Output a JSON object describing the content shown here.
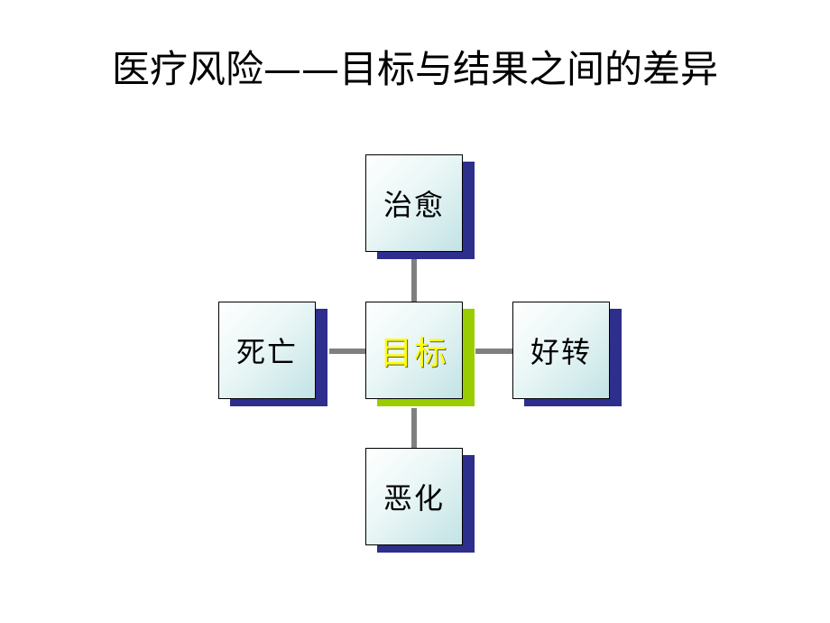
{
  "title": "医疗风险——目标与结果之间的差异",
  "nodes": {
    "center": "目标",
    "top": "治愈",
    "bottom": "恶化",
    "left": "死亡",
    "right": "好转"
  },
  "colors": {
    "center_text": "#ffff00",
    "center_shadow": "#9acd00",
    "outer_shadow": "#2e2e8c",
    "connector": "#808080",
    "box_gradient_start": "#ffffff",
    "box_gradient_end": "#c2e3e5"
  }
}
